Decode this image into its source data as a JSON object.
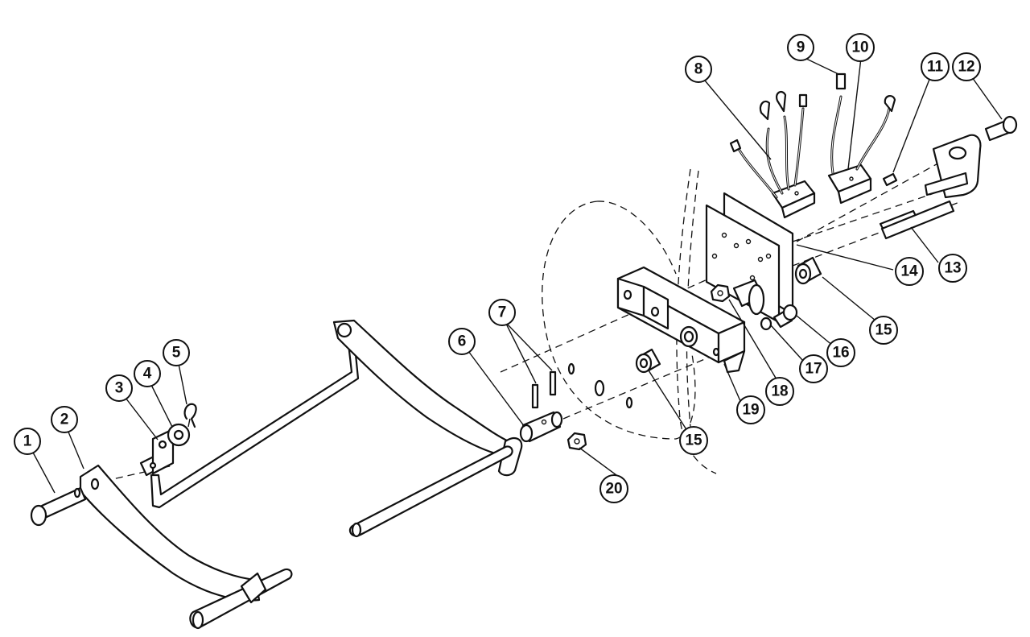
{
  "colors": {
    "line": "#111111",
    "background": "#ffffff"
  },
  "callouts": [
    {
      "id": "c1",
      "label": "1"
    },
    {
      "id": "c2",
      "label": "2"
    },
    {
      "id": "c3",
      "label": "3"
    },
    {
      "id": "c4",
      "label": "4"
    },
    {
      "id": "c5",
      "label": "5"
    },
    {
      "id": "c6",
      "label": "6"
    },
    {
      "id": "c7",
      "label": "7"
    },
    {
      "id": "c8",
      "label": "8"
    },
    {
      "id": "c9",
      "label": "9"
    },
    {
      "id": "c10",
      "label": "10"
    },
    {
      "id": "c11",
      "label": "11"
    },
    {
      "id": "c12",
      "label": "12"
    },
    {
      "id": "c13",
      "label": "13"
    },
    {
      "id": "c14",
      "label": "14"
    },
    {
      "id": "c15a",
      "label": "15"
    },
    {
      "id": "c15b",
      "label": "15"
    },
    {
      "id": "c16",
      "label": "16"
    },
    {
      "id": "c17",
      "label": "17"
    },
    {
      "id": "c18",
      "label": "18"
    },
    {
      "id": "c19",
      "label": "19"
    },
    {
      "id": "c20",
      "label": "20"
    }
  ]
}
